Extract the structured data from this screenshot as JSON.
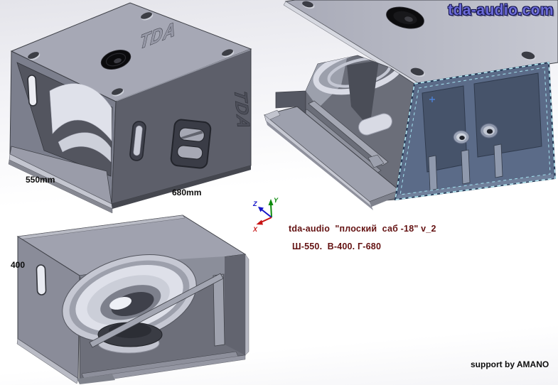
{
  "watermark": {
    "text": "tda-audio.com",
    "color": "#6c6cd8",
    "outline_color": "#11114a"
  },
  "brand": {
    "logo_text": "TDA"
  },
  "annotations": {
    "model_title": "tda-audio  \"плоский  саб -18\" v_2",
    "dimensions_summary": "Ш-550.  В-400. Г-680",
    "support_credit": "support by AMANO"
  },
  "dimension_labels": {
    "width": "550mm",
    "depth": "680mm",
    "height": "400"
  },
  "axis_triad": {
    "x": "X",
    "y": "Y",
    "z": "Z",
    "x_color": "#c81515",
    "y_color": "#0c8a0c",
    "z_color": "#1515c8"
  },
  "selection": {
    "face_color": "#5b6b88",
    "dash_color": "#b7ebf5",
    "marker_color": "#4d82d8"
  },
  "model_colors": {
    "top_face": "#a6a8b5",
    "side_face": "#5d5f6a",
    "cone_white": "#dee0e9",
    "pot_black": "#0b0b0d"
  }
}
